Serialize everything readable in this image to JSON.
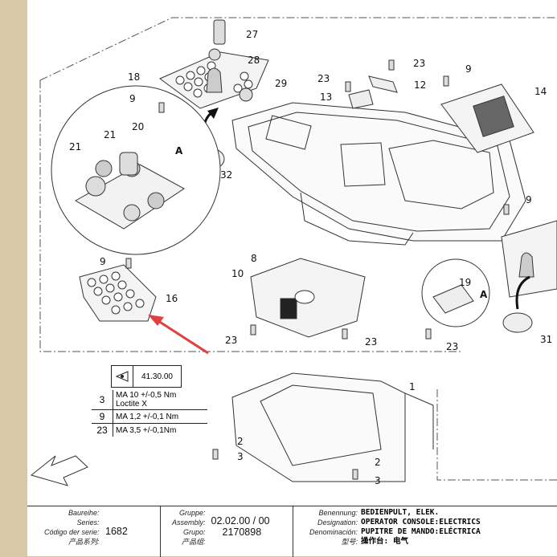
{
  "callouts": {
    "c27": "27",
    "c28": "28",
    "c18": "18",
    "c29": "29",
    "c9a": "9",
    "c20": "20",
    "c21a": "21",
    "c21b": "21",
    "cA1": "A",
    "c32": "32",
    "c23a": "23",
    "c23b": "23",
    "c12": "12",
    "c13": "13",
    "c9b": "9",
    "c14": "14",
    "c9c": "9",
    "c8": "8",
    "c10": "10",
    "c9d": "9",
    "c16": "16",
    "c19": "19",
    "cA2": "A",
    "c23c": "23",
    "c23d": "23",
    "c23e": "23",
    "c31": "31",
    "c1": "1",
    "c2a": "2",
    "c3a": "3",
    "c2b": "2",
    "c3b": "3"
  },
  "reference": {
    "code": "41.30.00"
  },
  "torque_table": [
    {
      "item": "3",
      "spec": "MA 10 +/-0,5 Nm",
      "note": "Loctite X"
    },
    {
      "item": "9",
      "spec": "MA 1,2 +/-0,1 Nm",
      "note": ""
    },
    {
      "item": "23",
      "spec": "MA 3,5 +/-0,1Nm",
      "note": ""
    }
  ],
  "title_block": {
    "series_labels": [
      "Baureihe:",
      "Series:",
      "Código der serie:",
      "产品系列:"
    ],
    "series_value": "1682",
    "group_labels": [
      "Gruppe:",
      "Assembly:",
      "Grupo:",
      "产品组:"
    ],
    "group_value_1": "02.02.00 / 00",
    "group_value_2": "2170898",
    "name_labels": [
      "Benennung:",
      "Designation:",
      "Denominación:",
      "型号:"
    ],
    "names": [
      "BEDIENPULT, ELEK.",
      "OPERATOR CONSOLE:ELECTRICS",
      "PUPITRE DE MANDO:ELÉCTRICA",
      "操作台: 电气"
    ]
  },
  "colors": {
    "arrow_highlight": "#e04040",
    "line": "#333333",
    "frame": "#555555"
  }
}
